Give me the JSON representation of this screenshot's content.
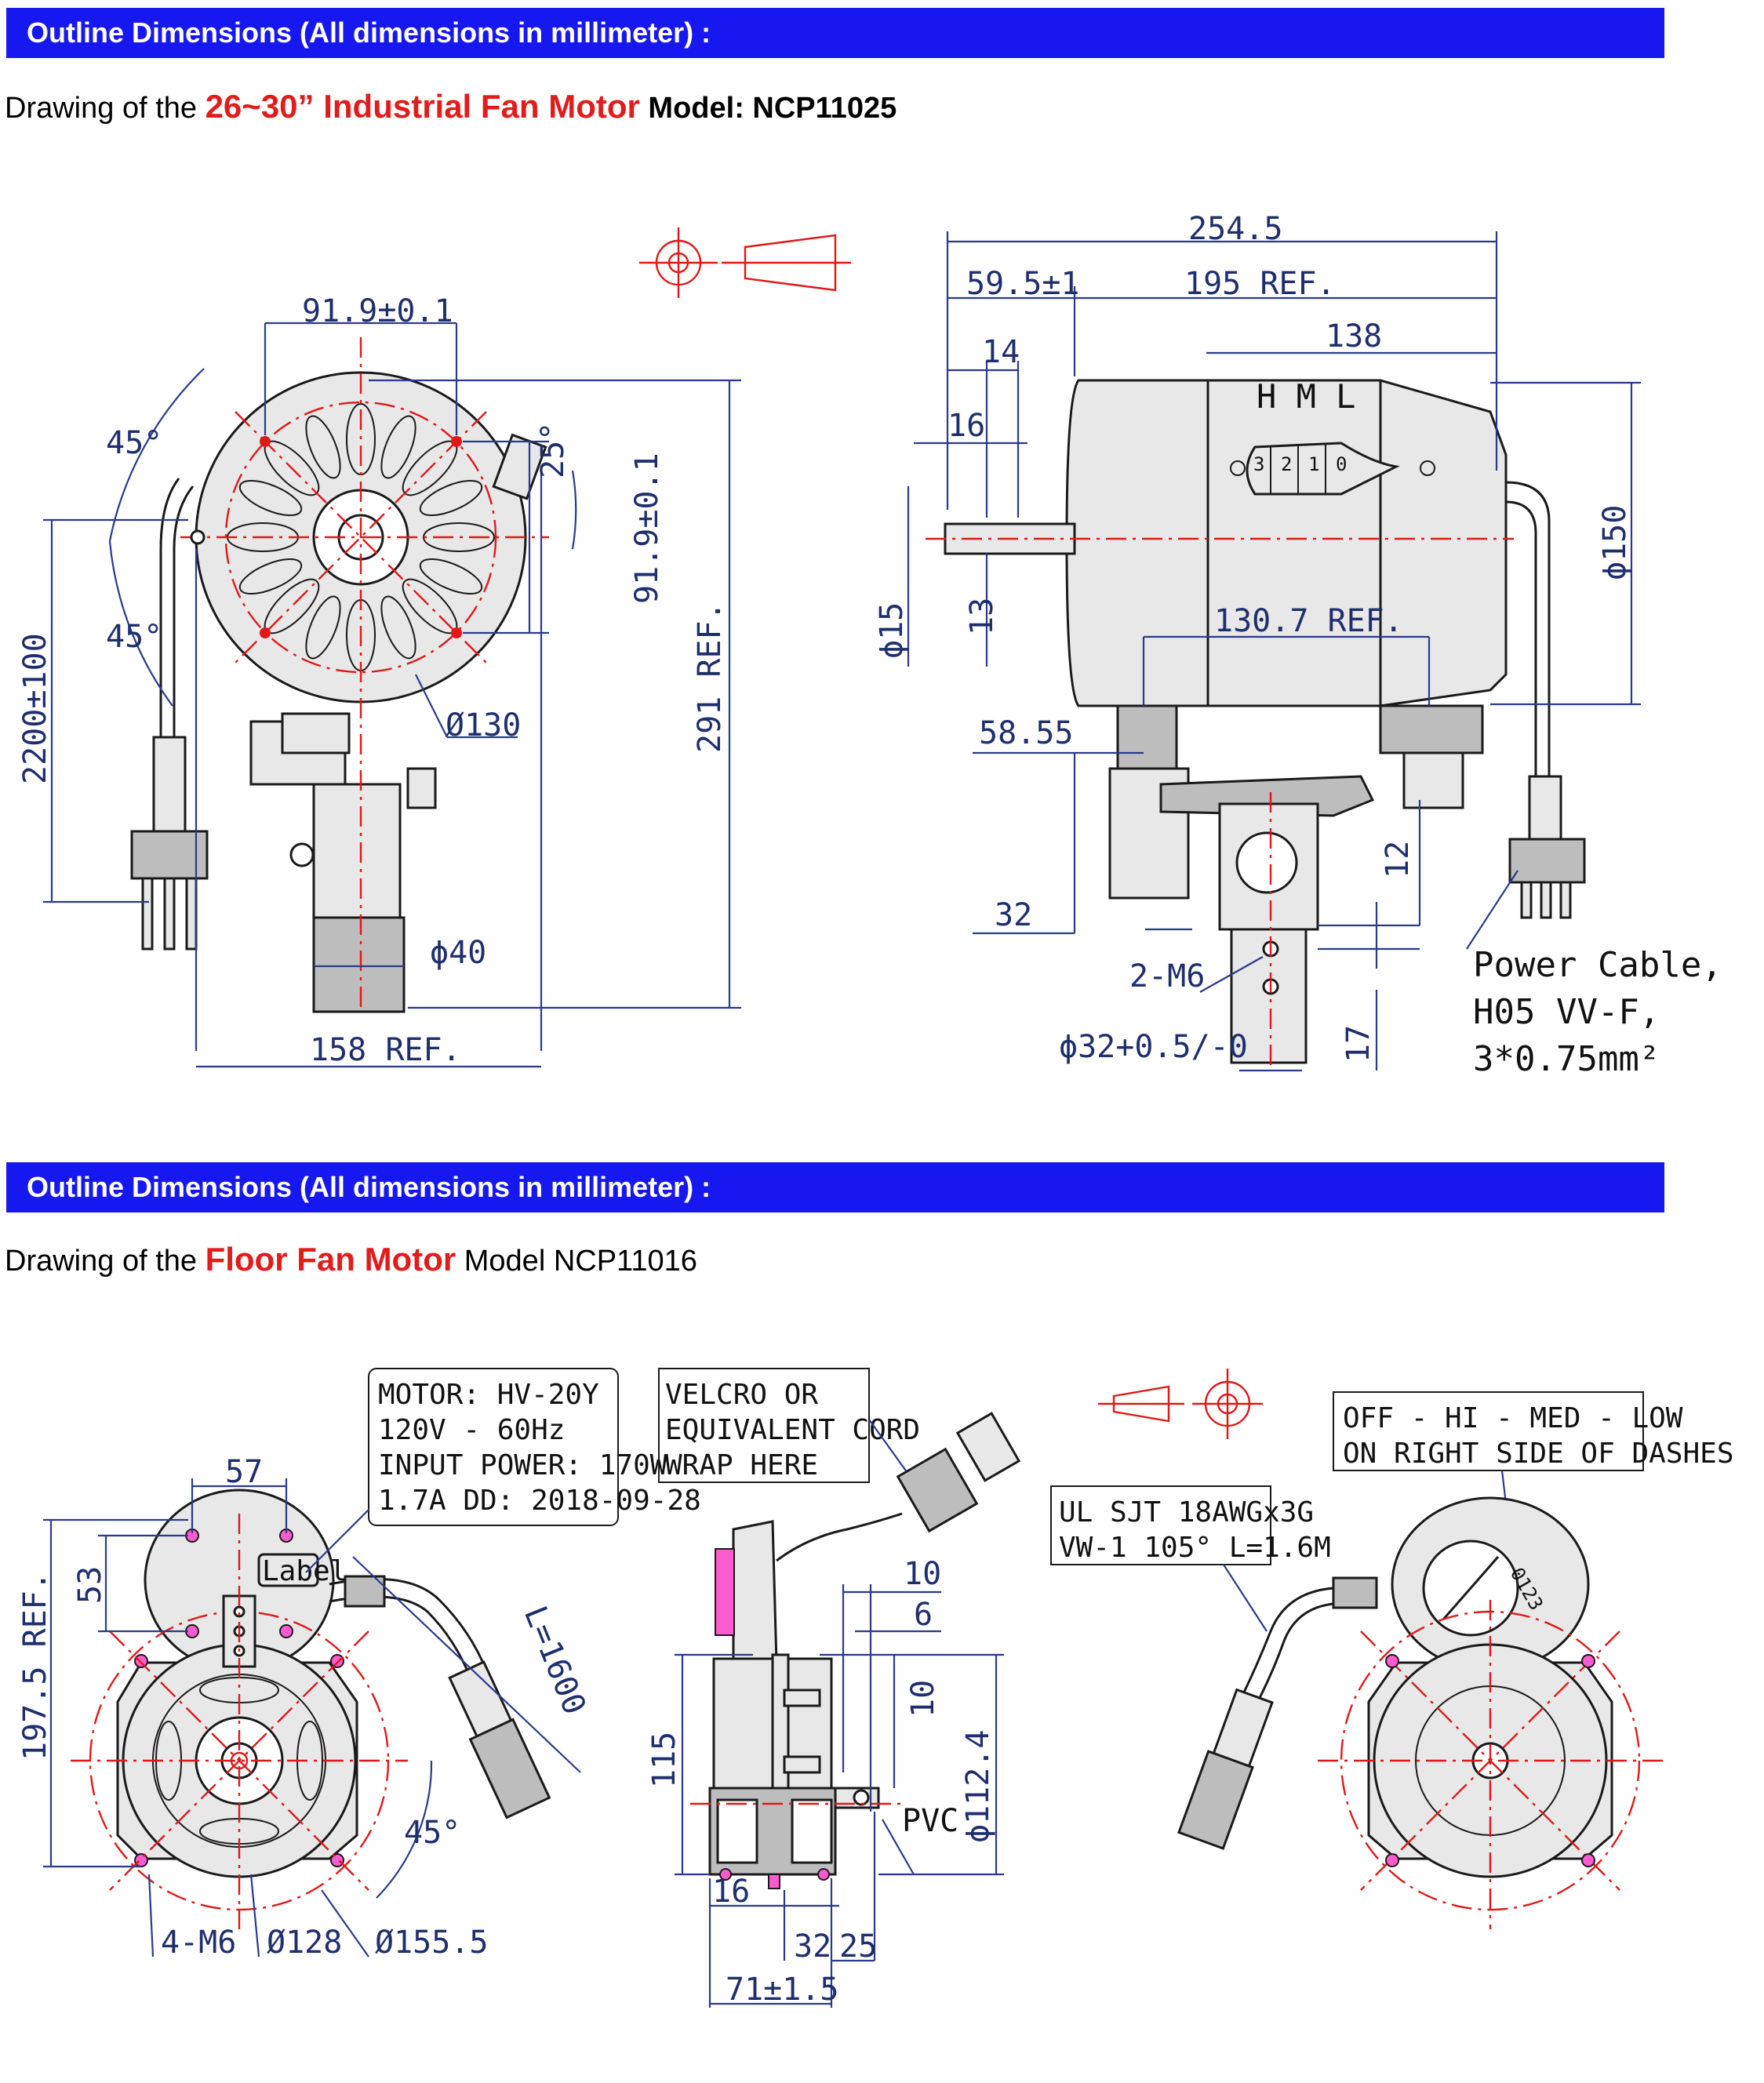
{
  "sections": [
    {
      "banner": "Outline Dimensions (All dimensions in millimeter) :",
      "subtitle": {
        "prefix": "Drawing of the ",
        "highlight": "26~30” Industrial Fan Motor",
        "suffix": " Model: NCP11025"
      },
      "labels": {
        "d_91_9_h": "91.9±0.1",
        "d_45_top": "45°",
        "d_45_bot": "45°",
        "d_25": "25°",
        "d_91_9_v": "91.9±0.1",
        "d_291": "291 REF.",
        "d_2200": "2200±100",
        "d_130": "Ø130",
        "d_40": "ϕ40",
        "d_158": "158 REF.",
        "d_254_5": "254.5",
        "d_59_5": "59.5±1",
        "d_195": "195 REF.",
        "d_138": "138",
        "d_14": "14",
        "d_16": "16",
        "d_15": "ϕ15",
        "d_13": "13",
        "d_150": "ϕ150",
        "d_130_7": "130.7 REF.",
        "d_58_55": "58.55",
        "d_32": "32",
        "d_2m6": "2-M6",
        "d_32_05": "ϕ32+0.5/-0",
        "d_12": "12",
        "d_17": "17",
        "switch_hml": "H M L",
        "switch_positions": [
          "3",
          "2",
          "1",
          "0"
        ],
        "cable_1": "Power Cable,",
        "cable_2": "H05 VV-F,",
        "cable_3": "3*0.75mm²"
      }
    },
    {
      "banner": "Outline Dimensions (All dimensions in millimeter) :",
      "subtitle": {
        "prefix": "Drawing of the ",
        "highlight": "Floor Fan Motor",
        "suffix": " Model NCP11016"
      },
      "labels": {
        "motor_box": [
          "MOTOR: HV-20Y",
          "120V - 60Hz",
          "INPUT POWER: 170W",
          "1.7A  DD: 2018-09-28"
        ],
        "velcro_box": [
          "VELCRO OR",
          "EQUIVALENT CORD",
          "WRAP HERE"
        ],
        "ul_box": [
          "UL SJT 18AWGx3G",
          "VW-1 105° L=1.6M"
        ],
        "switch_box": [
          "OFF - HI - MED - LOW",
          "ON RIGHT SIDE OF DASHES"
        ],
        "d_57": "57",
        "d_53": "53",
        "d_197_5": "197.5 REF.",
        "label_tag": "Label",
        "d_l1600": "L=1600",
        "d_45": "45°",
        "d_4m6": "4-M6",
        "d_128": "Ø128",
        "d_155_5": "Ø155.5",
        "d_115": "115",
        "d_10a": "10",
        "d_6": "6",
        "d_10b": "10",
        "d_112_4": "ϕ112.4",
        "d_pvc": "PVC",
        "d_16": "16",
        "d_32": "32",
        "d_25": "25",
        "d_71": "71±1.5",
        "knob_label": "0123"
      }
    }
  ],
  "colors": {
    "banner": "#1717f0",
    "highlight": "#e31b1b",
    "centerline": "#e01818",
    "dimension": "#1f2f6e",
    "hole": "#ff5bd0"
  }
}
